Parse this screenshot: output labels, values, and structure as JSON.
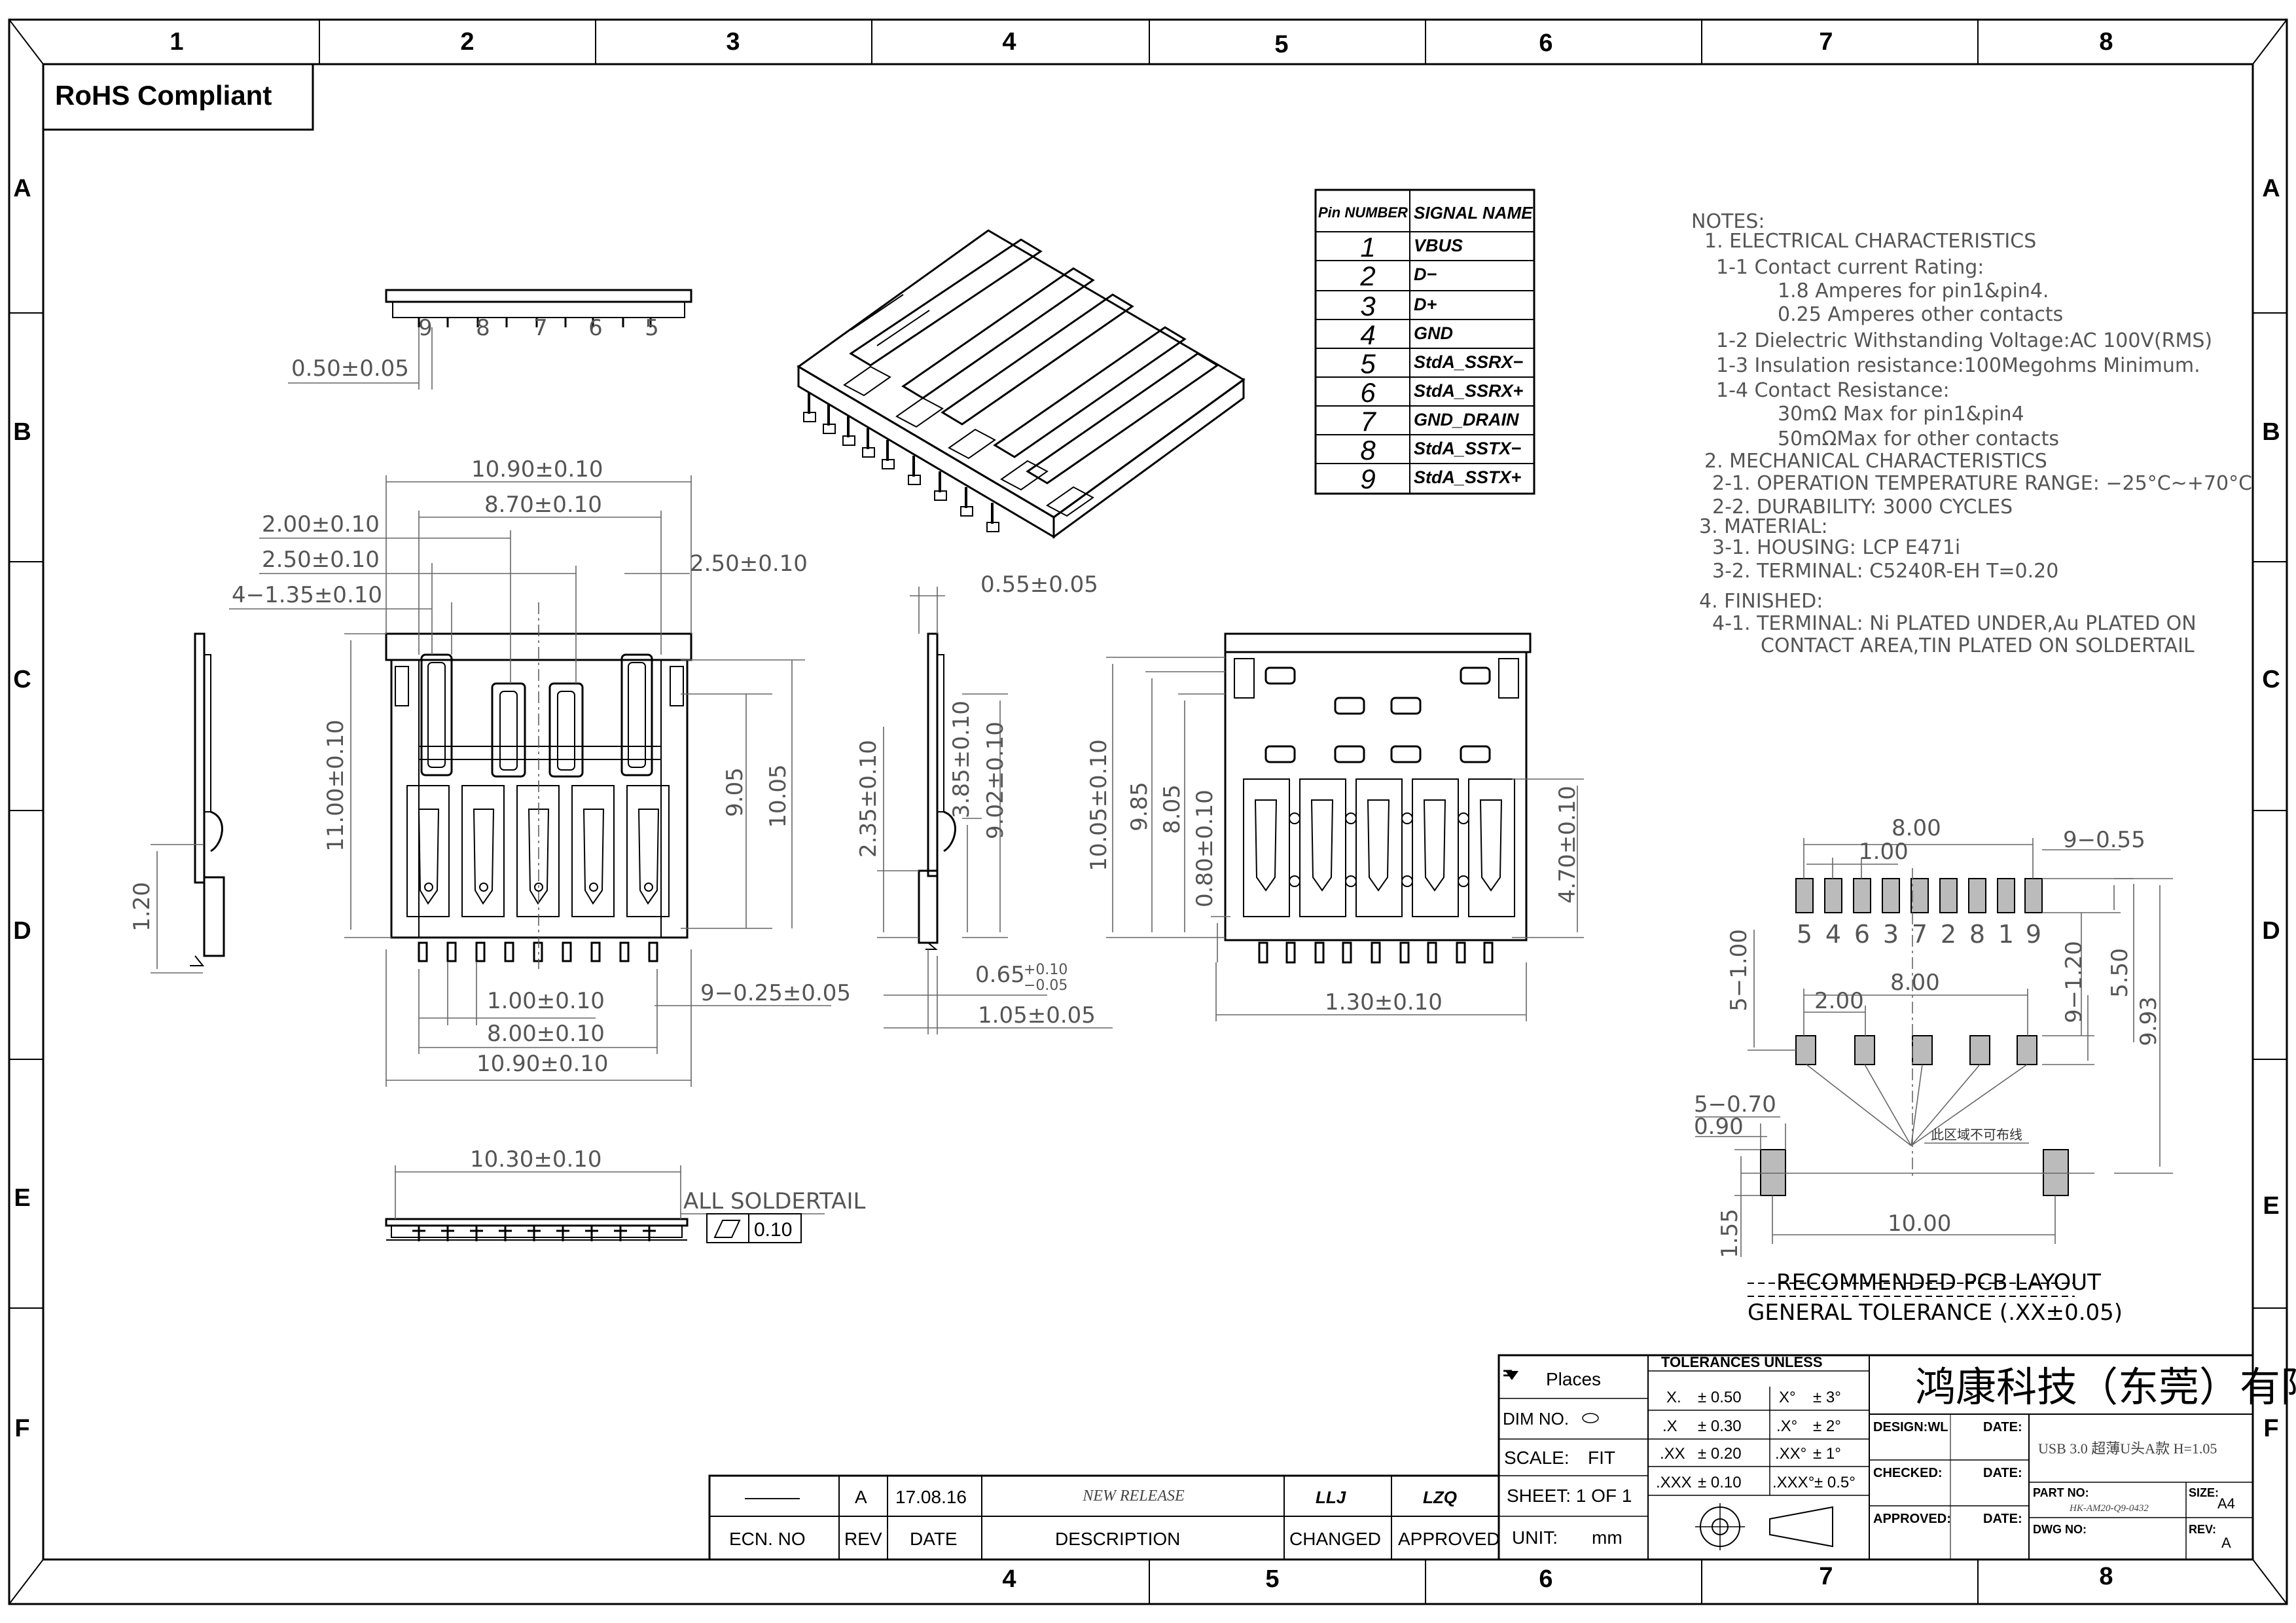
{
  "frame": {
    "columns_top": [
      "1",
      "2",
      "3",
      "4",
      "5",
      "6",
      "7",
      "8"
    ],
    "columns_bottom": [
      "4",
      "5",
      "6",
      "7",
      "8"
    ],
    "rows": [
      "A",
      "B",
      "C",
      "D",
      "E",
      "F"
    ]
  },
  "rohs": "RoHS Compliant",
  "pin_table": {
    "headers": [
      "Pin NUMBER",
      "SIGNAL NAME"
    ],
    "rows": [
      {
        "num": "1",
        "signal": "VBUS"
      },
      {
        "num": "2",
        "signal": "D−"
      },
      {
        "num": "3",
        "signal": "D+"
      },
      {
        "num": "4",
        "signal": "GND"
      },
      {
        "num": "5",
        "signal": "StdA_SSRX−"
      },
      {
        "num": "6",
        "signal": "StdA_SSRX+"
      },
      {
        "num": "7",
        "signal": "GND_DRAIN"
      },
      {
        "num": "8",
        "signal": "StdA_SSTX−"
      },
      {
        "num": "9",
        "signal": "StdA_SSTX+"
      }
    ]
  },
  "notes": [
    "NOTES:",
    "1. ELECTRICAL CHARACTERISTICS",
    "1-1 Contact current Rating:",
    "1.8 Amperes for pin1&pin4.",
    "0.25 Amperes other contacts",
    "1-2 Dielectric Withstanding Voltage:AC 100V(RMS)",
    "1-3 Insulation resistance:100Megohms Minimum.",
    "1-4 Contact Resistance:",
    "30mΩ Max for pin1&pin4",
    "50mΩMax for other contacts",
    "2. MECHANICAL CHARACTERISTICS",
    "2-1. OPERATION TEMPERATURE RANGE: −25°C~+70°C",
    "2-2. DURABILITY: 3000 CYCLES",
    "3. MATERIAL:",
    "3-1. HOUSING: LCP E471i",
    "3-2. TERMINAL: C5240R-EH T=0.20",
    "4. FINISHED:",
    "4-1. TERMINAL: Ni PLATED UNDER,Au PLATED ON",
    "CONTACT AREA,TIN PLATED ON SOLDERTAIL"
  ],
  "dimensions": {
    "top_pitch": "0.50±0.05",
    "top_pins": [
      "9",
      "8",
      "7",
      "6",
      "5"
    ],
    "front_w": "10.90±0.10",
    "front_inner": "8.70±0.10",
    "front_200": "2.00±0.10",
    "front_250": "2.50±0.10",
    "front_250_right": "2.50±0.10",
    "front_135": "4−1.35±0.10",
    "front_h": "11.00±0.10",
    "front_905": "9.05",
    "front_1005": "10.05",
    "front_pitch": "1.00±0.10",
    "front_800": "8.00±0.10",
    "front_1090_bottom": "10.90±0.10",
    "front_tail": "9−0.25±0.05",
    "side_l_120": "1.20",
    "side_r_055": "0.55±0.05",
    "side_r_235": "2.35±0.10",
    "side_r_385": "3.85±0.10",
    "side_r_902": "9.02±0.10",
    "side_r_065": "0.65",
    "side_r_065_tol_up": "+0.10",
    "side_r_065_tol_dn": "−0.05",
    "side_r_105": "1.05±0.05",
    "rear_1005": "10.05±0.10",
    "rear_985": "9.85",
    "rear_805": "8.05",
    "rear_080": "0.80±0.10",
    "rear_470": "4.70±0.10",
    "rear_130": "1.30±0.10",
    "bottom_w": "10.30±0.10",
    "all_soldertail": "ALL SOLDERTAIL",
    "flatness": "0.10"
  },
  "pcb": {
    "pad_w": "8.00",
    "pad_pitch": "1.00",
    "pad_count": "9−0.55",
    "pad_numbers": [
      "5",
      "4",
      "6",
      "3",
      "7",
      "2",
      "8",
      "1",
      "9"
    ],
    "holes_w": "8.00",
    "holes_pitch": "2.00",
    "holes_label": "5−1.00",
    "holes_dim_120": "9−1.20",
    "dim_550": "5.50",
    "dim_993": "9.93",
    "dim_070": "5−0.70",
    "dim_090": "0.90",
    "keepout": "此区域不可布线",
    "dim_1000": "10.00",
    "dim_155": "1.55",
    "title": "RECOMMENDED PCB LAYOUT",
    "tolerance": "GENERAL TOLERANCE (.XX±0.05)"
  },
  "title_block": {
    "places": "Places",
    "tolerances_unless": "TOLERANCES UNLESS",
    "tol_rows": [
      {
        "a": "X.",
        "b": "± 0.50",
        "c": "X°",
        "d": "± 3°"
      },
      {
        "a": ".X",
        "b": "± 0.30",
        "c": ".X°",
        "d": "± 2°"
      },
      {
        "a": ".XX",
        "b": "± 0.20",
        "c": ".XX°",
        "d": "± 1°"
      },
      {
        "a": ".XXX",
        "b": "± 0.10",
        "c": ".XXX°",
        "d": "± 0.5°"
      }
    ],
    "dim_no": "DIM NO.",
    "scale": "SCALE:",
    "scale_val": "FIT",
    "sheet": "SHEET: 1 OF 1",
    "unit": "UNIT:",
    "unit_val": "mm",
    "company": "鸿康科技（东莞）有限公司",
    "design": "DESIGN:WL",
    "checked": "CHECKED:",
    "approved": "APPROVED:",
    "date": "DATE:",
    "description": "USB 3.0 超薄U头A款 H=1.05",
    "part_no_label": "PART NO:",
    "part_no": "HK-AM20-Q9-0432",
    "size_label": "SIZE:",
    "size": "A4",
    "dwg_no": "DWG NO:",
    "rev_label": "REV:",
    "rev": "A"
  },
  "revision": {
    "ecn": "———",
    "rev": "A",
    "date": "17.08.16",
    "description": "NEW RELEASE",
    "changed": "LLJ",
    "approved": "LZQ",
    "headers": [
      "ECN. NO",
      "REV",
      "DATE",
      "DESCRIPTION",
      "CHANGED",
      "APPROVED"
    ]
  }
}
